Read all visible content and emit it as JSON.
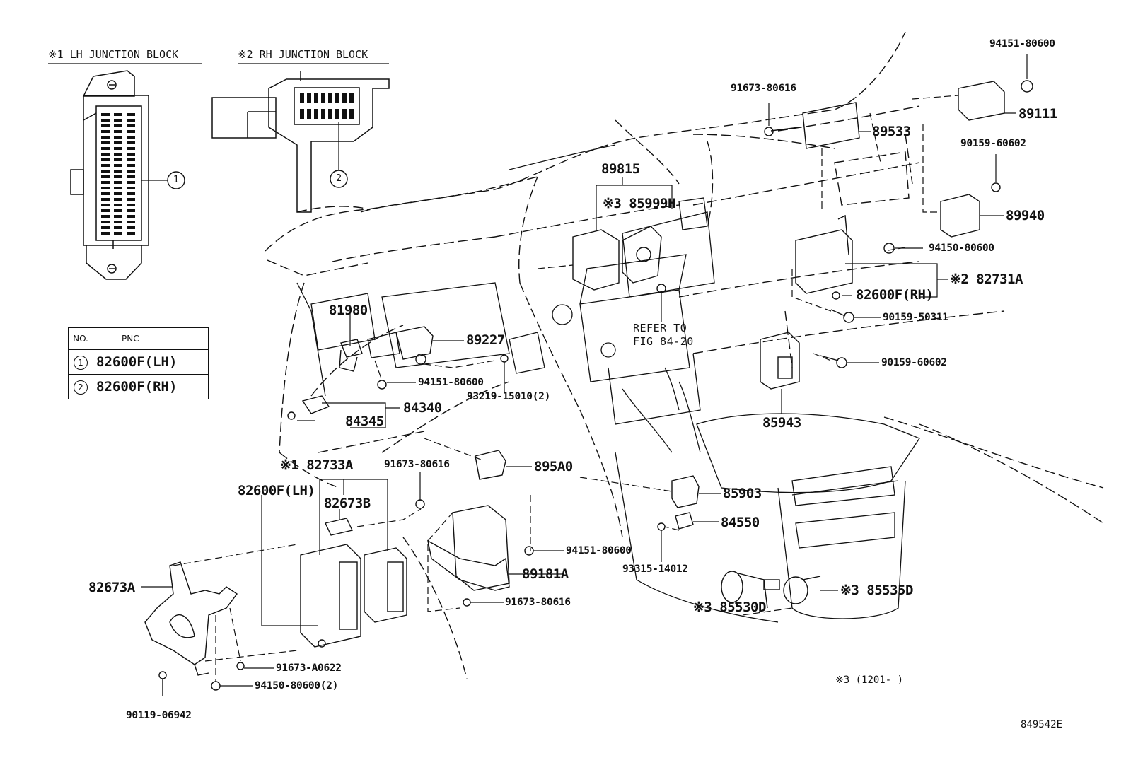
{
  "headings": {
    "lh_junction": "※1 LH JUNCTION BLOCK",
    "rh_junction": "※2 RH JUNCTION BLOCK"
  },
  "legend": {
    "col_no": "NO.",
    "col_pnc": "PNC",
    "rows": [
      {
        "no": "1",
        "pnc": "82600F(LH)"
      },
      {
        "no": "2",
        "pnc": "82600F(RH)"
      }
    ]
  },
  "callouts": {
    "c1": "1",
    "c2": "2"
  },
  "parts": {
    "p94151_80600_top": "94151-80600",
    "p89111": "89111",
    "p91673_80616_top": "91673-80616",
    "p89533": "89533",
    "p90159_60602_a": "90159-60602",
    "p89815": "89815",
    "p85999H": "※3 85999H",
    "p89940": "89940",
    "p94150_80600": "94150-80600",
    "p82731A": "※2 82731A",
    "p82600F_RH": "82600F(RH)",
    "p90159_50311": "90159-50311",
    "p90159_60602_b": "90159-60602",
    "p85943": "85943",
    "p81980": "81980",
    "p89227": "89227",
    "p94151_80600_mid": "94151-80600",
    "p93219": "93219-15010(2)",
    "p84340": "84340",
    "p84345": "84345",
    "p82733A": "※1 82733A",
    "p91673_80616_mid": "91673-80616",
    "p895A0": "895A0",
    "p82600F_LH": "82600F(LH)",
    "p82673B": "82673B",
    "p85903": "85903",
    "p84550": "84550",
    "p94151_80600_low": "94151-80600",
    "p89181A": "89181A",
    "p93315": "93315-14012",
    "p85530D": "※3 85530D",
    "p85535D": "※3 85535D",
    "p91673_80616_low": "91673-80616",
    "p82673A": "82673A",
    "p91673_A0622": "91673-A0622",
    "p94150_80600_2": "94150-80600(2)",
    "p90119_06942": "90119-06942"
  },
  "refer": {
    "line1": "REFER TO",
    "line2": "FIG 84-20"
  },
  "footnote": "※3 (1201-     )",
  "figure_id": "849542E"
}
